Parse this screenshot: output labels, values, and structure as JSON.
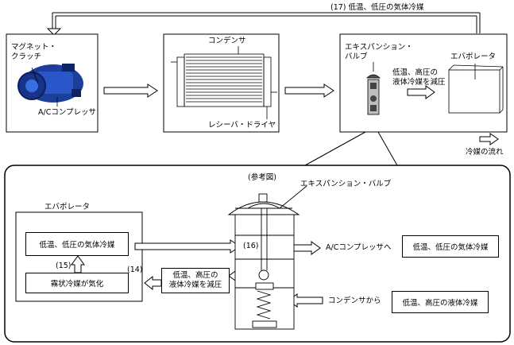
{
  "top": {
    "loop_label": "(17) 低温、低圧の気体冷媒",
    "compressor": {
      "name": "マグネット・\nクラッチ",
      "part": "A/Cコンプレッサ"
    },
    "condenser": {
      "name": "コンデンサ",
      "part": "レシーバ・ドライヤ"
    },
    "expansion": {
      "name": "エキスパンション・\nバルブ",
      "note": "低温、高圧の\n液体冷媒を減圧",
      "evaporator": "エバポレータ"
    },
    "flow_legend": "冷媒の流れ"
  },
  "detail": {
    "reference": "(参考図)",
    "valve": "エキスパンション・バルブ",
    "evaporator_title": "エバポレータ",
    "gas_box": "低温、低圧の気体冷媒",
    "num_15": "(15)",
    "mist_box": "霧状冷媒が気化",
    "num_14": "(14)",
    "reduce_box": "低温、高圧の\n液体冷媒を減圧",
    "num_16": "(16)",
    "to_compressor": "A/Cコンプレッサへ",
    "out_gas_box": "低温、低圧の気体冷媒",
    "from_condenser": "コンデンサから",
    "in_liquid_box": "低温、高圧の液体冷媒"
  }
}
